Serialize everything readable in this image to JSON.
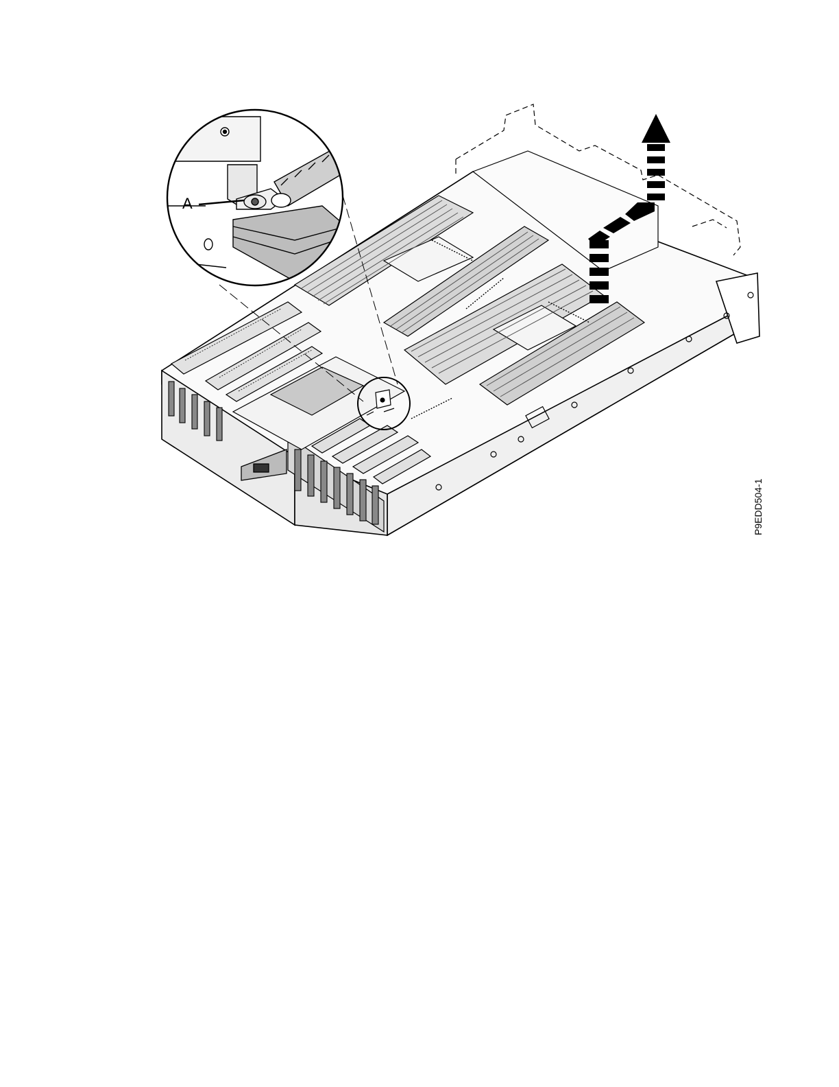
{
  "figure": {
    "callout_label": "A",
    "figure_id": "P9EDD504-1",
    "icons": [
      "upward-removal-arrow-icon",
      "magnifier-detail-circle",
      "guide-pin-icon"
    ],
    "colors": {
      "line": "#000000",
      "grey_dark": "#7a7a7a",
      "grey_mid": "#a8a8a8",
      "grey_light": "#d9d9d9",
      "paper": "#ffffff"
    }
  }
}
